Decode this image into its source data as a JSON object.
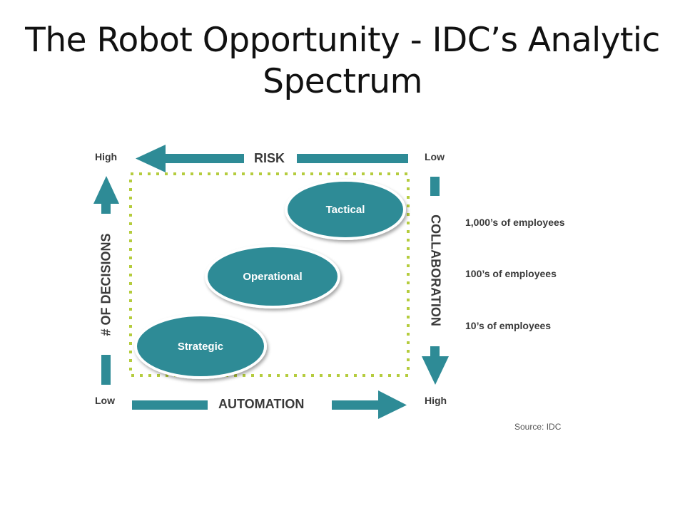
{
  "title": "The Robot Opportunity - IDC’s Analytic Spectrum",
  "colors": {
    "accent": "#2e8b96",
    "dotted_border": "#b5cc3e",
    "text": "#3a3a3a"
  },
  "risk": {
    "label": "RISK",
    "left_label": "High",
    "right_label": "Low"
  },
  "automation": {
    "label": "AUTOMATION",
    "left_label": "Low",
    "right_label": "High"
  },
  "decisions": {
    "label": "# OF DECISIONS"
  },
  "collaboration": {
    "label": "COLLABORATION"
  },
  "nodes": {
    "tactical": "Tactical",
    "operational": "Operational",
    "strategic": "Strategic"
  },
  "employee_scale": {
    "top": "1,000’s of employees",
    "middle": "100’s of employees",
    "bottom": "10’s of employees"
  },
  "source": "Source: IDC"
}
